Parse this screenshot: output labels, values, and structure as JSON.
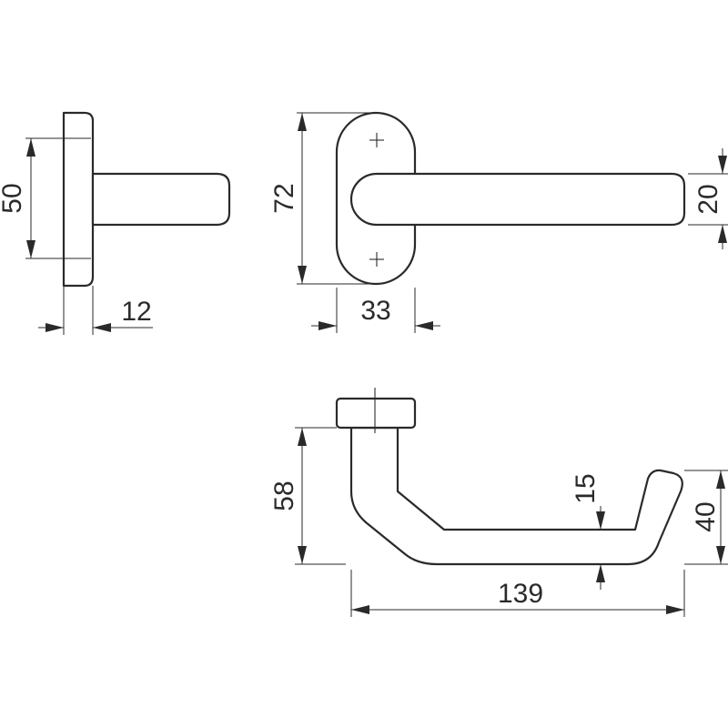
{
  "colors": {
    "line": "#2a2a2a",
    "background": "#ffffff"
  },
  "dimensions": {
    "side_rose_height": "50",
    "side_rose_depth": "12",
    "front_plate_height": "72",
    "front_plate_width": "33",
    "lever_diameter": "20",
    "top_height": "58",
    "top_length": "139",
    "top_grip_thickness": "15",
    "top_tip_height": "40"
  }
}
